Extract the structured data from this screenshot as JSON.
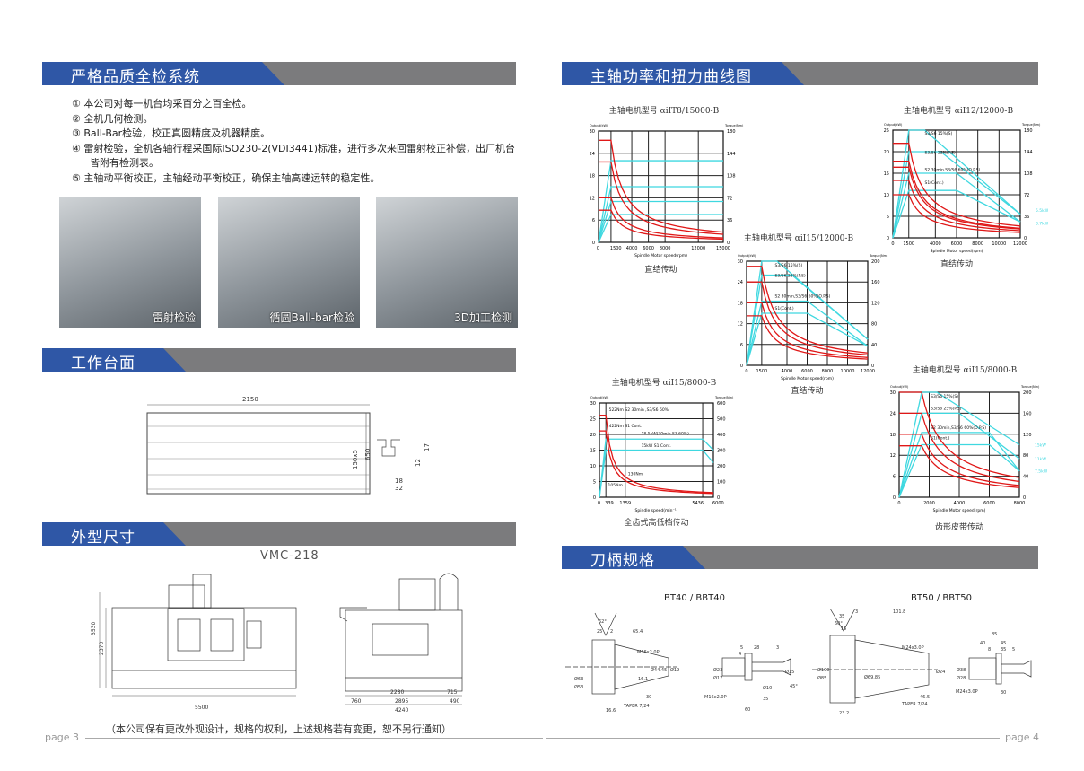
{
  "left": {
    "quality": {
      "title": "严格品质全检系统",
      "items": [
        "① 本公司对每一机台均采百分之百全检。",
        "② 全机几何检测。",
        "③ Ball-Bar检验，校正真圆精度及机器精度。",
        "④ 雷射检验，全机各轴行程采国际ISO230-2(VDI3441)标准，进行多次来回雷射校正补偿，出厂机台皆附有检测表。",
        "⑤ 主轴动平衡校正，主轴经动平衡校正，确保主轴高速运转的稳定性。"
      ],
      "photos": [
        "雷射检验",
        "循圆Ball-bar检验",
        "3D加工检测"
      ]
    },
    "table": {
      "title": "工作台面",
      "dims": {
        "length": "2150",
        "width": "650",
        "slot": "150x5",
        "d1": "18",
        "d2": "32",
        "d3": "12",
        "d4": "17"
      }
    },
    "outline": {
      "title": "外型尺寸",
      "model": "VMC-218",
      "front": {
        "width": "5500",
        "height": "3530",
        "height2": "2370"
      },
      "side": {
        "a": "2280",
        "b": "715",
        "c": "760",
        "d": "2895",
        "e": "490",
        "total": "4240"
      },
      "note": "（本公司保有更改外观设计，规格的权利，上述规格若有变更，恕不另行通知）"
    },
    "page": "page 3"
  },
  "right": {
    "curves_title": "主轴功率和扭力曲线图",
    "tools": {
      "title": "刀柄规格",
      "bt40": {
        "label": "BT40 / BBT40",
        "dims": [
          "25",
          "2",
          "65.4",
          "62°",
          "M16x2.0P",
          "TAPER 7/24",
          "30",
          "16.6",
          "Ø63",
          "Ø53",
          "Ø44.45",
          "16.1",
          "Ø19",
          "5",
          "28",
          "3",
          "4",
          "Ø23",
          "Ø17",
          "Ø10",
          "Ø15",
          "45°",
          "35",
          "60",
          "M16x2.0P"
        ]
      },
      "bt50": {
        "label": "BT50 / BBT50",
        "dims": [
          "35",
          "3",
          "101.8",
          "60°",
          "15",
          "Ø100",
          "Ø85",
          "Ø69.85",
          "23.2",
          "M24x3.0P",
          "TAPER 7/24",
          "46.5",
          "Ø24",
          "85",
          "40",
          "45",
          "8",
          "35",
          "5",
          "Ø38",
          "Ø28",
          "M24x3.0P",
          "30"
        ]
      }
    },
    "page": "page 4"
  },
  "colors": {
    "blue": "#2f57a6",
    "gray": "#7b7b7d",
    "power": "#3fd8e0",
    "torque": "#e01818"
  },
  "chart_data": [
    {
      "type": "line",
      "title": "主轴电机型号 αiIT8/15000-B",
      "caption": "直结传动",
      "ylabel_left": "Output(kW)",
      "ylabel_right": "Torque(Nm)",
      "xlabel": "Spindle Motor speed(rpm)",
      "xlim": [
        0,
        15000
      ],
      "xticks": [
        0,
        1500,
        4000,
        6000,
        8000,
        12000,
        15000
      ],
      "ylim": [
        0,
        30
      ],
      "yticks": [
        0,
        6,
        12,
        18,
        24,
        30
      ],
      "y2lim": [
        0,
        180
      ],
      "y2ticks": [
        0,
        36,
        72,
        108,
        144,
        180
      ],
      "base_speed": 1500,
      "torque_nm": [
        165,
        130,
        72,
        52
      ],
      "power_kw": [
        {
          "p": 22,
          "flat_to": 15000,
          "end": 22
        },
        {
          "p": 15,
          "flat_to": 15000,
          "end": 15
        },
        {
          "p": 11,
          "flat_to": 15000,
          "end": 11
        },
        {
          "p": 7.5,
          "flat_to": 15000,
          "end": 7.5
        }
      ],
      "annotations": []
    },
    {
      "type": "line",
      "title": "主轴电机型号 αiI12/12000-B",
      "caption": "直结传动",
      "ylabel_left": "Output(kW)",
      "ylabel_right": "Torque(Nm)",
      "xlabel": "Spindle Motor speed(rpm)",
      "xlim": [
        0,
        12000
      ],
      "xticks": [
        0,
        1500,
        4000,
        6000,
        8000,
        10000,
        12000
      ],
      "ylim": [
        0,
        25
      ],
      "yticks": [
        0,
        5,
        10,
        15,
        20,
        25
      ],
      "y2lim": [
        0,
        180
      ],
      "y2ticks": [
        0,
        36,
        72,
        108,
        144,
        180
      ],
      "base_speed": 1500,
      "torque_nm": [
        158,
        128,
        118,
        96,
        72
      ],
      "power_kw": [
        {
          "p": 25,
          "flat_to": 3000,
          "end": 5.5
        },
        {
          "p": 20,
          "flat_to": 4500,
          "end": 5.5
        },
        {
          "p": 15,
          "flat_to": 6000,
          "end": 3.7
        },
        {
          "p": 11,
          "flat_to": 6000,
          "end": 3.7
        }
      ],
      "annotations": [
        {
          "text": "S3/S6 15%(S)",
          "x": 3000,
          "y": 24
        },
        {
          "text": "S3/S6 25%(P.S)",
          "x": 3000,
          "y": 19.5
        },
        {
          "text": "S2 30min,S3/S6 60%(O.P.S)",
          "x": 3000,
          "y": 15.5
        },
        {
          "text": "S1(Cont.)",
          "x": 3000,
          "y": 12.5
        },
        {
          "text": "5.5kW",
          "x": 12100,
          "y": 6
        },
        {
          "text": "3.7kW",
          "x": 12100,
          "y": 3
        }
      ]
    },
    {
      "type": "line",
      "title": "主轴电机型号 αiI15/12000-B",
      "caption": "直结传动",
      "ylabel_left": "Output(kW)",
      "ylabel_right": "Torque(Nm)",
      "xlabel": "Spindle Motor speed(rpm)",
      "xlim": [
        0,
        12000
      ],
      "xticks": [
        0,
        1500,
        4000,
        6000,
        8000,
        10000,
        12000
      ],
      "ylim": [
        0,
        30
      ],
      "yticks": [
        0,
        6,
        12,
        18,
        24,
        30
      ],
      "y2lim": [
        0,
        200
      ],
      "y2ticks": [
        0,
        40,
        80,
        120,
        160,
        200
      ],
      "base_speed": 1500,
      "torque_nm": [
        190,
        160,
        120,
        95
      ],
      "power_kw": [
        {
          "p": 30,
          "flat_to": 3000,
          "end": 7.5
        },
        {
          "p": 26,
          "flat_to": 4500,
          "end": 7.5
        },
        {
          "p": 18.5,
          "flat_to": 6000,
          "end": 5.5
        },
        {
          "p": 15,
          "flat_to": 6000,
          "end": 5.5
        }
      ],
      "annotations": [
        {
          "text": "S3/S6 15%(S)",
          "x": 2800,
          "y": 28.5
        },
        {
          "text": "S3/S6 25%(P.S)",
          "x": 2800,
          "y": 25.5
        },
        {
          "text": "S2 30min,S3/S6 60%(O.P.S)",
          "x": 2800,
          "y": 19.5
        },
        {
          "text": "S1(Cont.)",
          "x": 2800,
          "y": 16
        }
      ]
    },
    {
      "type": "line",
      "title": "主轴电机型号 αiI15/8000-B",
      "caption": "全齿式高低档传动",
      "ylabel_left": "Output(kW)",
      "ylabel_right": "Torque(Nm)",
      "xlabel": "Spindle speed(min⁻¹)",
      "xlim": [
        0,
        6000
      ],
      "xticks": [
        0,
        339,
        1359,
        5436,
        6000
      ],
      "ylim": [
        0,
        30
      ],
      "yticks": [
        0,
        5,
        10,
        15,
        20,
        25,
        30
      ],
      "y2lim": [
        0,
        600
      ],
      "y2ticks": [
        0,
        100,
        200,
        300,
        400,
        500,
        600
      ],
      "base_speed": 339,
      "torque_nm": [
        522,
        422
      ],
      "power_kw": [
        {
          "p": 18.5,
          "flat_to": 5436,
          "end": 15
        },
        {
          "p": 15,
          "flat_to": 5436,
          "end": 11
        }
      ],
      "annotations": [
        {
          "text": "522Nm S2 30min ,S3/S6 60%",
          "x": 500,
          "y": 27.5
        },
        {
          "text": "422Nm S1 Cont.",
          "x": 500,
          "y": 22.3
        },
        {
          "text": "18.5kW(30min S3 60%)",
          "x": 2200,
          "y": 19.8
        },
        {
          "text": "15kW S1 Cont.",
          "x": 2200,
          "y": 16
        },
        {
          "text": "130Nm",
          "x": 1500,
          "y": 7
        },
        {
          "text": "105Nm",
          "x": 450,
          "y": 3.5
        }
      ]
    },
    {
      "type": "line",
      "title": "主轴电机型号 αiI15/8000-B",
      "caption": "齿形皮带传动",
      "ylabel_left": "Output(kW)",
      "ylabel_right": "Torque(Nm)",
      "xlabel": "Spindle Motor speed(rpm)",
      "xlim": [
        0,
        8000
      ],
      "xticks": [
        0,
        2000,
        4000,
        6000,
        8000
      ],
      "ylim": [
        0,
        30
      ],
      "yticks": [
        0,
        6,
        12,
        18,
        24,
        30
      ],
      "y2lim": [
        0,
        200
      ],
      "y2ticks": [
        0,
        40,
        80,
        120,
        160,
        200
      ],
      "base_speed": 1500,
      "torque_nm": [
        200,
        160,
        120,
        98
      ],
      "power_kw": [
        {
          "p": 30,
          "flat_to": 2500,
          "end": 15
        },
        {
          "p": 24,
          "flat_to": 4000,
          "end": 11
        },
        {
          "p": 18.5,
          "flat_to": 6000,
          "end": 7.5
        },
        {
          "p": 15,
          "flat_to": 6000,
          "end": 7.5
        }
      ],
      "annotations": [
        {
          "text": "S3/S6 15%(S)",
          "x": 2100,
          "y": 28.5
        },
        {
          "text": "S3/S6 25%(P.S)",
          "x": 2100,
          "y": 25
        },
        {
          "text": "S2 30min,S3/S6 60%(O.P.S)",
          "x": 2100,
          "y": 19.5
        },
        {
          "text": "S1(Cont.)",
          "x": 2100,
          "y": 16.5
        },
        {
          "text": "15kW",
          "x": 8050,
          "y": 14.5
        },
        {
          "text": "11kW",
          "x": 8050,
          "y": 10.5
        },
        {
          "text": "7.5kW",
          "x": 8050,
          "y": 7
        }
      ]
    }
  ]
}
